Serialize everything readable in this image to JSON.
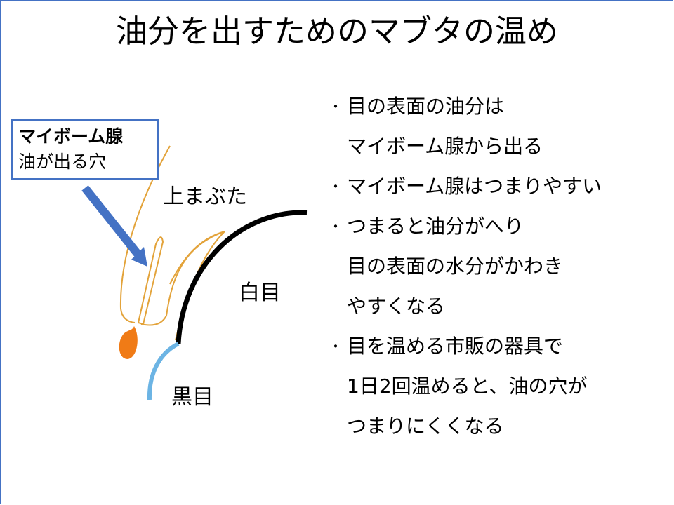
{
  "title": "油分を出すためのマブタの温め",
  "callout": {
    "line1": "マイボーム腺",
    "line2": "油が出る穴"
  },
  "labels": {
    "eyelid": "上まぶた",
    "sclera": "白目",
    "iris": "黒目"
  },
  "bullet_symbol": "・",
  "bullets": [
    {
      "lines": [
        "目の表面の油分は",
        "マイボーム腺から出る"
      ]
    },
    {
      "lines": [
        "マイボーム腺はつまりやすい"
      ]
    },
    {
      "lines": [
        "つまると油分がへり",
        "目の表面の水分がかわき",
        "やすくなる"
      ]
    },
    {
      "lines": [
        "目を温める市販の器具で",
        "1日2回温めると、油の穴が",
        "つまりにくくなる"
      ]
    }
  ],
  "colors": {
    "accent": "#4472c4",
    "gland": "#e3a33a",
    "oil": "#f07b16",
    "sclera": "#000000",
    "iris": "#6cb4e4"
  }
}
